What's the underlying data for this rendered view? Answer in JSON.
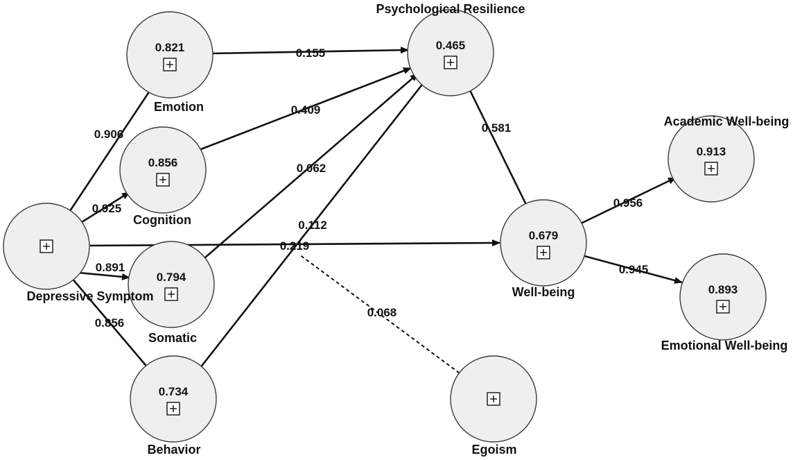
{
  "nodes": [
    {
      "id": "depressive",
      "label": "Depressive Symptom",
      "r2": ""
    },
    {
      "id": "emotion",
      "label": "Emotion",
      "r2": "0.821"
    },
    {
      "id": "cognition",
      "label": "Cognition",
      "r2": "0.856"
    },
    {
      "id": "somatic",
      "label": "Somatic",
      "r2": "0.794"
    },
    {
      "id": "behavior",
      "label": "Behavior",
      "r2": "0.734"
    },
    {
      "id": "resilience",
      "label": "Psychological Resilience",
      "r2": "0.465"
    },
    {
      "id": "wellbeing",
      "label": "Well-being",
      "r2": "0.679"
    },
    {
      "id": "egoism",
      "label": "Egoism",
      "r2": ""
    },
    {
      "id": "academic",
      "label": "Academic Well-being",
      "r2": "0.913"
    },
    {
      "id": "emotional",
      "label": "Emotional Well-being",
      "r2": "0.893"
    }
  ],
  "paths": [
    {
      "from": "depressive",
      "to": "emotion",
      "coef": "0.906",
      "style": "solid"
    },
    {
      "from": "depressive",
      "to": "cognition",
      "coef": "0.925",
      "style": "solid"
    },
    {
      "from": "depressive",
      "to": "somatic",
      "coef": "0.891",
      "style": "solid"
    },
    {
      "from": "depressive",
      "to": "behavior",
      "coef": "0.856",
      "style": "solid"
    },
    {
      "from": "depressive",
      "to": "wellbeing",
      "coef": "0.219",
      "style": "solid"
    },
    {
      "from": "emotion",
      "to": "resilience",
      "coef": "0.155",
      "style": "solid"
    },
    {
      "from": "cognition",
      "to": "resilience",
      "coef": "0.409",
      "style": "solid"
    },
    {
      "from": "somatic",
      "to": "resilience",
      "coef": "0.062",
      "style": "solid"
    },
    {
      "from": "behavior",
      "to": "resilience",
      "coef": "0.112",
      "style": "solid"
    },
    {
      "from": "resilience",
      "to": "wellbeing",
      "coef": "0.581",
      "style": "solid"
    },
    {
      "from": "wellbeing",
      "to": "academic",
      "coef": "0.956",
      "style": "solid"
    },
    {
      "from": "wellbeing",
      "to": "emotional",
      "coef": "0.945",
      "style": "solid"
    },
    {
      "from": "egoism",
      "to": "interaction",
      "coef": "0.068",
      "style": "dashed"
    }
  ]
}
